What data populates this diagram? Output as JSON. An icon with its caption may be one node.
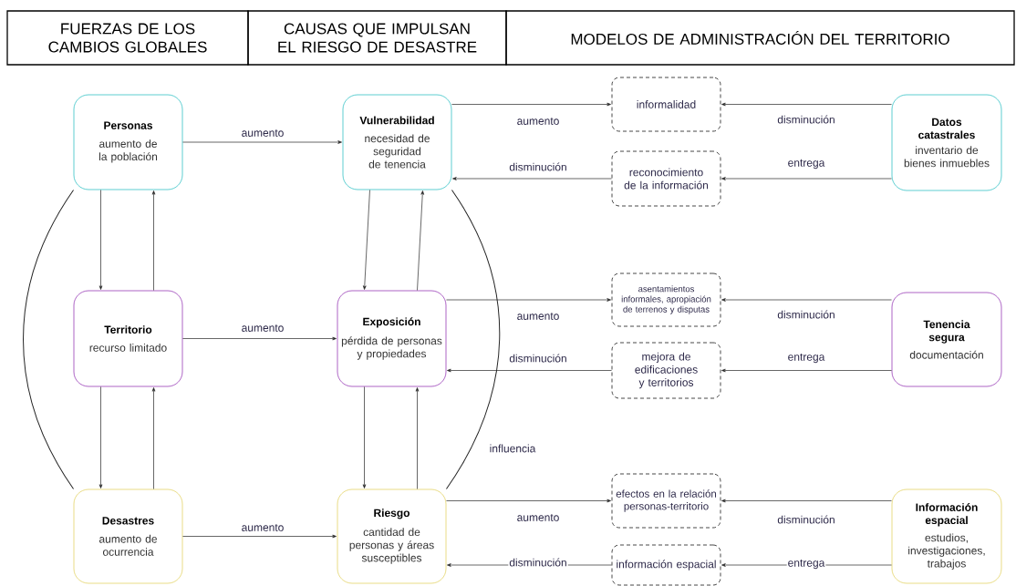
{
  "diagram": {
    "nodes": [
      {
        "text": [
          "FUERZAS DE LOS CAMBIOS GLOBALES"
        ]
      },
      {
        "text": [
          "CAUSAS QUE IMPULSAN EL RIESGO DE DESASTRE"
        ]
      },
      {
        "text": [
          "MODELOS DE ADMINISTRACIÓN DEL TERRITORIO"
        ]
      },
      {
        "text": [
          "Personas",
          "aumento de la población"
        ]
      },
      {
        "text": [
          "Vulnerabilidad",
          "necesidad de seguridad de tenencia"
        ]
      },
      {
        "text": [
          "informalidad"
        ]
      },
      {
        "text": [
          "Datos catastrales",
          "inventario de bienes inmuebles"
        ]
      },
      {
        "text": [
          "reconocimiento de la información"
        ]
      },
      {
        "text": [
          "Territorio",
          "recurso limitado"
        ]
      },
      {
        "text": [
          "Exposición",
          "pérdida de personas y propiedades"
        ]
      },
      {
        "text": [
          "asentamientos informales, apropiación de terrenos y disputas"
        ]
      },
      {
        "text": [
          "Tenencia segura",
          "documentación"
        ]
      },
      {
        "text": [
          "mejora de edificaciones y territorios"
        ]
      },
      {
        "text": [
          "Desastres",
          "aumento de ocurrencia"
        ]
      },
      {
        "text": [
          "Riesgo",
          "cantidad de personas y áreas susceptibles"
        ]
      },
      {
        "text": [
          "efectos en la relación personas-territorio"
        ]
      },
      {
        "text": [
          "Información espacial",
          "estudios, investigaciones, trabajos"
        ]
      },
      {
        "text": [
          "información espacial"
        ]
      }
    ],
    "edges": [
      {
        "from": 3,
        "to": 4,
        "arrow": "to",
        "label": "aumento"
      },
      {
        "from": 4,
        "to": 5,
        "arrow": "to",
        "label": "aumento"
      },
      {
        "from": 6,
        "to": 5,
        "arrow": "to",
        "label": "disminución"
      },
      {
        "from": 7,
        "to": 4,
        "arrow": "to",
        "label": "disminución"
      },
      {
        "from": 6,
        "to": 7,
        "arrow": "to",
        "label": "entrega"
      },
      {
        "from": 3,
        "to": 8,
        "arrow": "to"
      },
      {
        "from": 8,
        "to": 3,
        "arrow": "to"
      },
      {
        "from": 4,
        "to": 9,
        "arrow": "to"
      },
      {
        "from": 9,
        "to": 4,
        "arrow": "to"
      },
      {
        "from": 8,
        "to": 9,
        "arrow": "to",
        "label": "aumento"
      },
      {
        "from": 9,
        "to": 10,
        "arrow": "to",
        "label": "aumento"
      },
      {
        "from": 11,
        "to": 10,
        "arrow": "to",
        "label": "disminución"
      },
      {
        "from": 12,
        "to": 9,
        "arrow": "to",
        "label": "disminución"
      },
      {
        "from": 11,
        "to": 12,
        "arrow": "to",
        "label": "entrega"
      },
      {
        "from": 8,
        "to": 13,
        "arrow": "to"
      },
      {
        "from": 13,
        "to": 8,
        "arrow": "to"
      },
      {
        "from": 9,
        "to": 14,
        "arrow": "to"
      },
      {
        "from": 14,
        "to": 9,
        "arrow": "to"
      },
      {
        "from": 13,
        "to": 14,
        "arrow": "to",
        "label": "aumento"
      },
      {
        "from": 14,
        "to": 15,
        "arrow": "to",
        "label": "aumento"
      },
      {
        "from": 16,
        "to": 15,
        "arrow": "to",
        "label": "disminución"
      },
      {
        "from": 17,
        "to": 14,
        "arrow": "to",
        "label": "disminución"
      },
      {
        "from": 16,
        "to": 17,
        "arrow": "to",
        "label": "entrega"
      },
      {
        "from": 3,
        "to": 13,
        "arrow": "none"
      },
      {
        "from": 4,
        "to": 14,
        "arrow": "none",
        "label": "influencia"
      }
    ]
  }
}
